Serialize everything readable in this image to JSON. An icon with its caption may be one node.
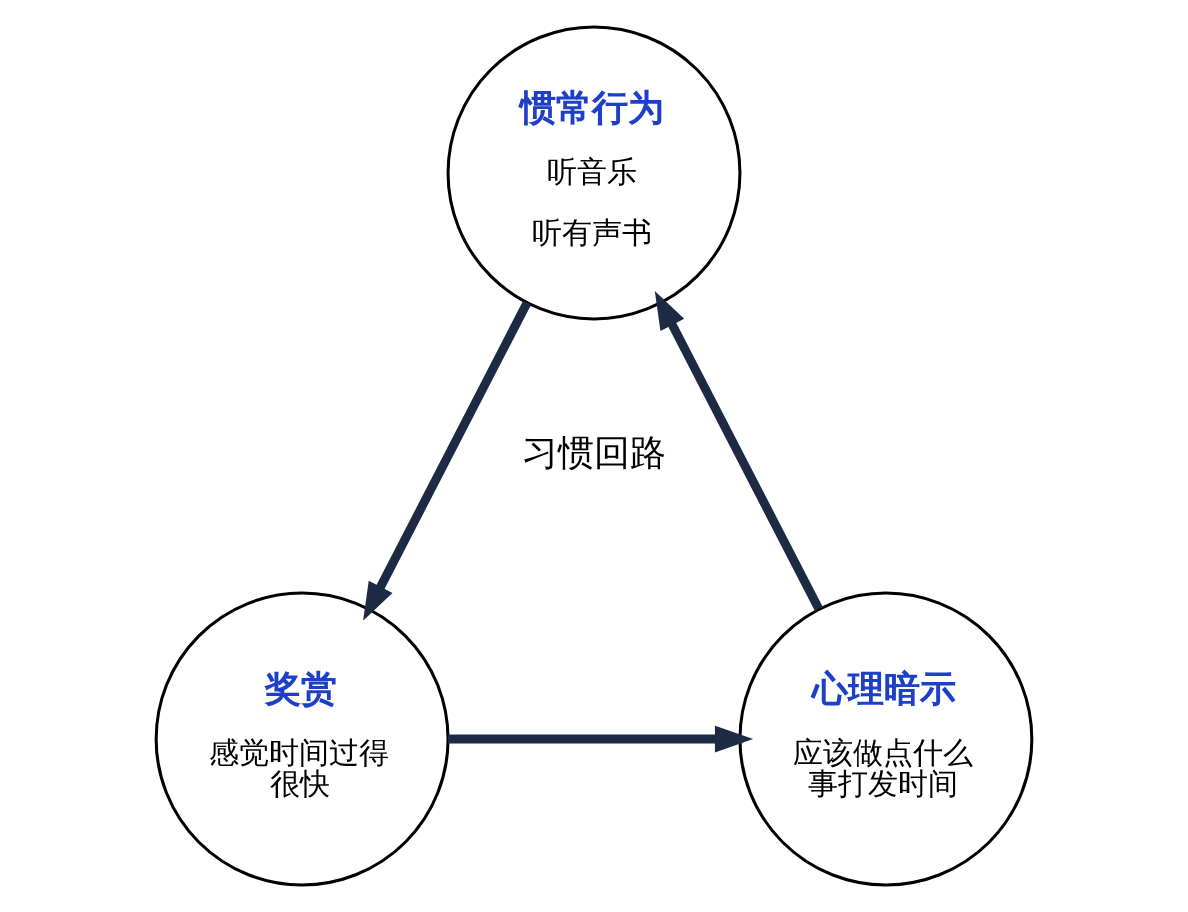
{
  "diagram": {
    "nodes": [
      {
        "text": [
          "惯常行为",
          "听音乐",
          "听有声书"
        ]
      },
      {
        "text": [
          "心理暗示",
          "应该做点什么事打发时间"
        ]
      },
      {
        "text": [
          "奖赏",
          "感觉时间过得很快"
        ]
      }
    ],
    "edges": [
      {
        "from": 1,
        "to": 0,
        "arrow": "to"
      },
      {
        "from": 0,
        "to": 2,
        "arrow": "to"
      },
      {
        "from": 2,
        "to": 1,
        "arrow": "to"
      }
    ],
    "labels": [
      "习惯回路"
    ]
  }
}
